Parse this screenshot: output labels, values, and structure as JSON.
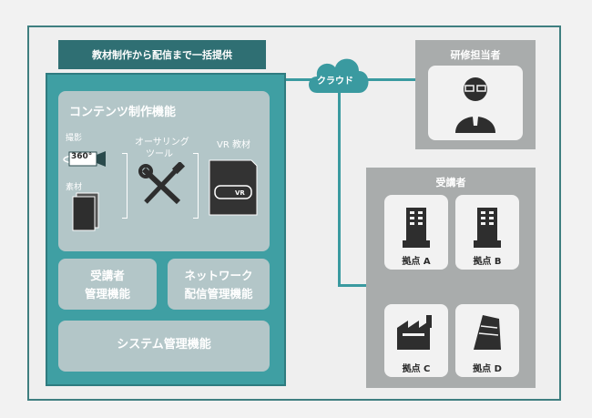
{
  "header": {
    "title": "教材制作から配信まで一括提供"
  },
  "cloud": {
    "label": "クラウド"
  },
  "contents": {
    "title": "コンテンツ制作機能",
    "shoot_label": "撮影",
    "badge_360": "360°",
    "material_label": "素材",
    "authoring_label_1": "オーサリング",
    "authoring_label_2": "ツール",
    "vr_label": "VR 教材",
    "vr_badge": "VR"
  },
  "modules": {
    "learner_mgmt_1": "受講者",
    "learner_mgmt_2": "管理機能",
    "network_mgmt_1": "ネットワーク",
    "network_mgmt_2": "配信管理機能",
    "system_mgmt": "システム管理機能"
  },
  "trainer": {
    "title": "研修担当者"
  },
  "learners": {
    "title": "受講者",
    "sites": [
      "拠点 A",
      "拠点 B",
      "拠点 C",
      "拠点 D"
    ]
  },
  "colors": {
    "teal": "#3f9fa3",
    "dark_teal": "#2f6f73",
    "light_teal_box": "#b3c6c8",
    "grey_panel": "#a9acac"
  }
}
